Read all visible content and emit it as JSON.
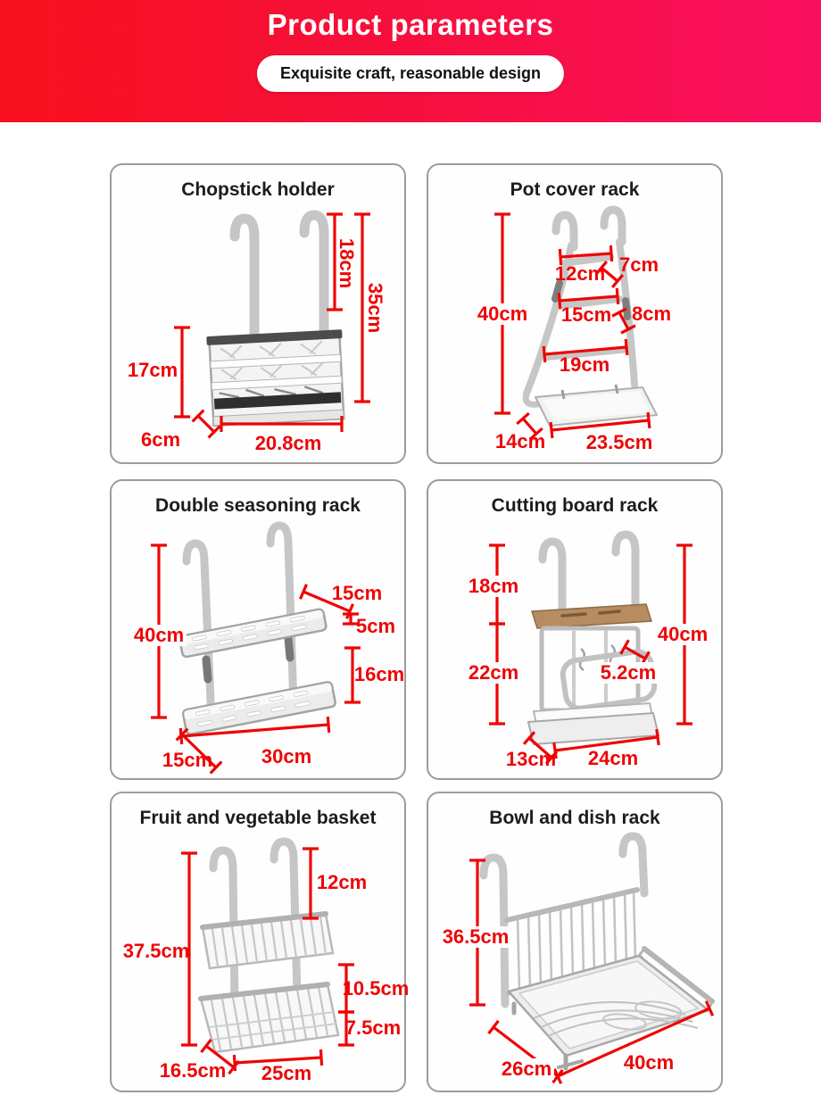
{
  "header": {
    "title": "Product parameters",
    "subtitle": "Exquisite craft, reasonable design"
  },
  "colors": {
    "banner_gradient_left": "#f7111d",
    "banner_gradient_right": "#fa1061",
    "dimension_red": "#ee0505",
    "panel_border": "#9c9c9c",
    "title_text": "#1c1c1c",
    "wood": "#b78c60"
  },
  "panels": [
    {
      "title": "Chopstick holder",
      "dims": {
        "hook_height": "18cm",
        "total_height": "35cm",
        "body_height": "17cm",
        "depth": "6cm",
        "width": "20.8cm"
      }
    },
    {
      "title": "Pot cover rack",
      "dims": {
        "height": "40cm",
        "top_width": "12cm",
        "top_gap": "7cm",
        "middle_width": "15cm",
        "middle_gap": "8cm",
        "bottom_width": "19cm",
        "depth": "14cm",
        "base_width": "23.5cm"
      }
    },
    {
      "title": "Double seasoning rack",
      "dims": {
        "height": "40cm",
        "shelf_depth": "15cm",
        "shelf_height": "5cm",
        "tier_gap": "16cm",
        "width": "30cm",
        "depth": "15cm"
      }
    },
    {
      "title": "Cutting board rack",
      "dims": {
        "hook_height": "18cm",
        "body_height": "22cm",
        "total_height": "40cm",
        "slot_width": "5.2cm",
        "depth": "13cm",
        "width": "24cm"
      }
    },
    {
      "title": "Fruit and vegetable basket",
      "dims": {
        "hook_height": "12cm",
        "total_height": "37.5cm",
        "tier_gap": "10.5cm",
        "basket_height": "7.5cm",
        "depth": "16.5cm",
        "width": "25cm"
      }
    },
    {
      "title": "Bowl and dish rack",
      "dims": {
        "height": "36.5cm",
        "depth": "26cm",
        "width": "40cm"
      }
    }
  ]
}
